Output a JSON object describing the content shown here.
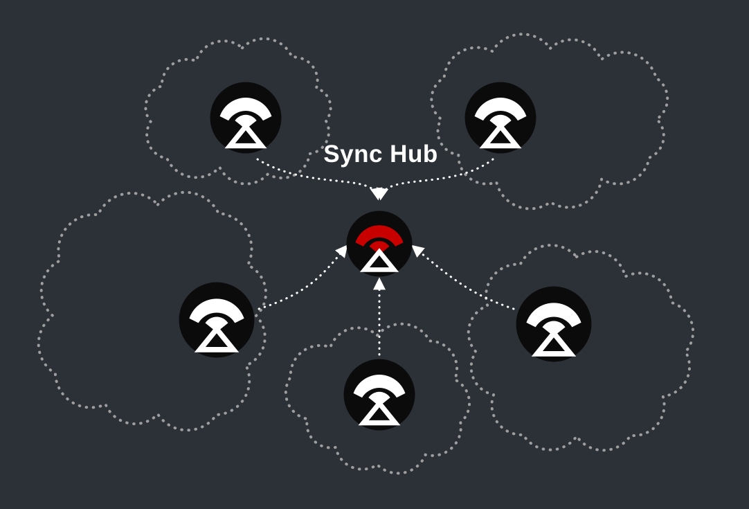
{
  "diagram": {
    "title": "Sync Hub",
    "colors": {
      "background": "#2b3137",
      "hub_accent": "#c90000",
      "node_fill": "#0b0b0b",
      "node_glyph": "#ffffff",
      "cloud_outline": "#9e9e9e",
      "arrow": "#ffffff",
      "title_text": "#ffffff"
    },
    "hub": {
      "icon": "sync-hub-icon",
      "position": "center"
    },
    "peers": [
      {
        "icon": "sync-peer-icon",
        "position": "top-left"
      },
      {
        "icon": "sync-peer-icon",
        "position": "top-right"
      },
      {
        "icon": "sync-peer-icon",
        "position": "middle-left"
      },
      {
        "icon": "sync-peer-icon",
        "position": "bottom-center"
      },
      {
        "icon": "sync-peer-icon",
        "position": "middle-right"
      }
    ]
  }
}
